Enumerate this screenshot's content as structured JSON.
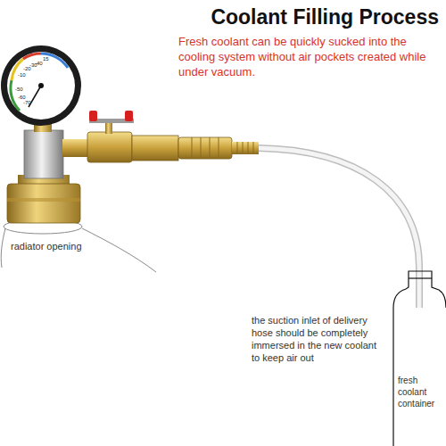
{
  "diagram": {
    "title": "Coolant Filling Process",
    "labels": [
      "Fresh coolant can be quickly sucked into the cooling system without air pockets created while under vacuum.",
      "radiator opening",
      "the suction inlet of delivery hose should be completely immersed in the new coolant to keep air out",
      "fresh coolant container",
      "15",
      "-10",
      "-20",
      "-30",
      "-40",
      "-50",
      "-60",
      "-70"
    ]
  }
}
